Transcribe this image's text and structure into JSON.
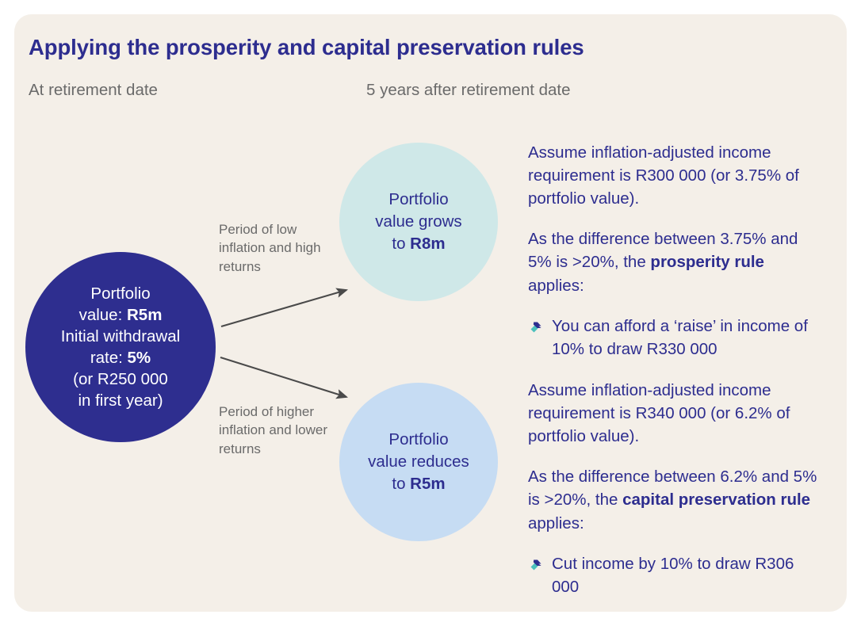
{
  "panel": {
    "background_color": "#f4efe8",
    "title": "Applying the prosperity and capital preservation rules",
    "title_color": "#2d2d8f"
  },
  "columns": {
    "left_heading": "At retirement date",
    "right_heading": "5 years after retirement date",
    "heading_color": "#6a6a6a"
  },
  "start_circle": {
    "color": "#2e2e8f",
    "text_color": "#ffffff",
    "line1": "Portfolio",
    "line2_prefix": "value: ",
    "line2_bold": "R5m",
    "line3": "Initial withdrawal",
    "line4_prefix": "rate: ",
    "line4_bold": "5%",
    "line5": "(or R250 000",
    "line6": "in first year)"
  },
  "branches": [
    {
      "arrow_label": "Period of low inflation and high returns",
      "circle": {
        "color": "#cfe8e8",
        "text_color": "#2d2d8f",
        "line1": "Portfolio",
        "line2": "value grows",
        "line3_prefix": "to ",
        "line3_bold": "R8m"
      },
      "paragraph1": "Assume inflation-adjusted income requirement is R300 000 (or 3.75% of portfolio value).",
      "paragraph2_before": "As the difference between 3.75% and 5% is >20%, the ",
      "paragraph2_bold": "prosperity rule",
      "paragraph2_after": " applies:",
      "bullet": "You can afford a ‘raise’ in income of 10% to draw R330 000"
    },
    {
      "arrow_label": "Period of higher inflation and lower returns",
      "circle": {
        "color": "#c6dcf3",
        "text_color": "#2d2d8f",
        "line1": "Portfolio",
        "line2": "value reduces",
        "line3_prefix": "to ",
        "line3_bold": "R5m"
      },
      "paragraph1": "Assume inflation-adjusted income requirement is R340 000 (or 6.2% of portfolio value).",
      "paragraph2_before": "As the difference between 6.2% and 5% is >20%, the ",
      "paragraph2_bold": "capital preservation rule",
      "paragraph2_after": " applies:",
      "bullet": "Cut income by 10% to draw R306 000"
    }
  ],
  "icons": {
    "bullet_chevron_navy": "#2d2d8f",
    "bullet_chevron_teal": "#4cc0bc",
    "arrow_color": "#4a4a4a"
  }
}
